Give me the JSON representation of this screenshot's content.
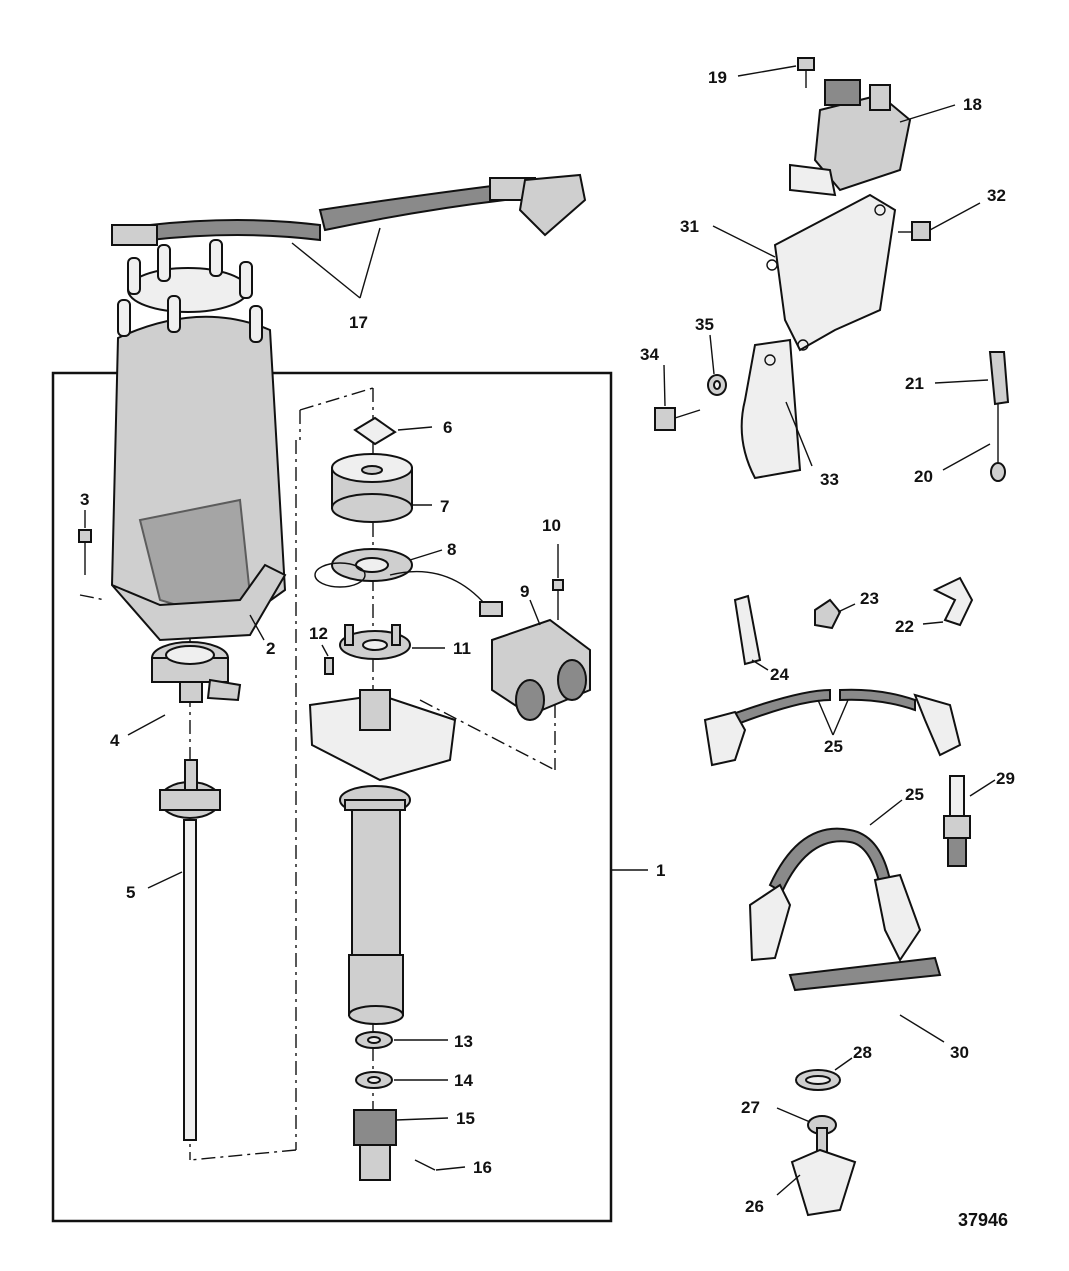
{
  "figure_number": "37946",
  "callouts": [
    {
      "id": "c1",
      "text": "1"
    },
    {
      "id": "c2",
      "text": "2"
    },
    {
      "id": "c3",
      "text": "3"
    },
    {
      "id": "c4",
      "text": "4"
    },
    {
      "id": "c5",
      "text": "5"
    },
    {
      "id": "c6",
      "text": "6"
    },
    {
      "id": "c7",
      "text": "7"
    },
    {
      "id": "c8",
      "text": "8"
    },
    {
      "id": "c9",
      "text": "9"
    },
    {
      "id": "c10",
      "text": "10"
    },
    {
      "id": "c11",
      "text": "11"
    },
    {
      "id": "c12",
      "text": "12"
    },
    {
      "id": "c13",
      "text": "13"
    },
    {
      "id": "c14",
      "text": "14"
    },
    {
      "id": "c15",
      "text": "15"
    },
    {
      "id": "c16",
      "text": "16"
    },
    {
      "id": "c17",
      "text": "17"
    },
    {
      "id": "c18",
      "text": "18"
    },
    {
      "id": "c19",
      "text": "19"
    },
    {
      "id": "c20",
      "text": "20"
    },
    {
      "id": "c21",
      "text": "21"
    },
    {
      "id": "c22",
      "text": "22"
    },
    {
      "id": "c23",
      "text": "23"
    },
    {
      "id": "c24",
      "text": "24"
    },
    {
      "id": "c25a",
      "text": "25"
    },
    {
      "id": "c25b",
      "text": "25"
    },
    {
      "id": "c26",
      "text": "26"
    },
    {
      "id": "c27",
      "text": "27"
    },
    {
      "id": "c28",
      "text": "28"
    },
    {
      "id": "c29",
      "text": "29"
    },
    {
      "id": "c30",
      "text": "30"
    },
    {
      "id": "c31",
      "text": "31"
    },
    {
      "id": "c32",
      "text": "32"
    },
    {
      "id": "c33",
      "text": "33"
    },
    {
      "id": "c34",
      "text": "34"
    },
    {
      "id": "c35",
      "text": "35"
    }
  ]
}
